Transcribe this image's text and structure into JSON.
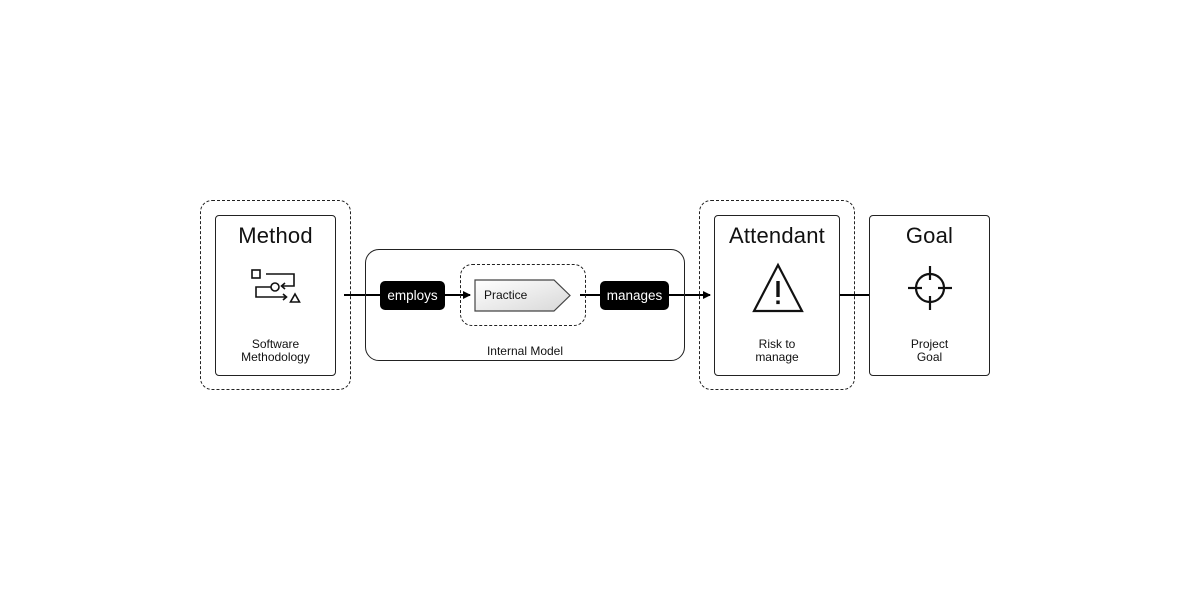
{
  "method": {
    "title": "Method",
    "caption": [
      "Software",
      "Methodology"
    ],
    "icon": "process-flow-icon"
  },
  "internal_model": {
    "label": "Internal Model",
    "employs_label": "employs",
    "practice_label": "Practice",
    "manages_label": "manages"
  },
  "attendant": {
    "title": "Attendant",
    "caption": [
      "Risk to",
      "manage"
    ],
    "icon": "warning-icon"
  },
  "goal": {
    "title": "Goal",
    "caption": [
      "Project",
      "Goal"
    ],
    "icon": "target-icon"
  },
  "colors": {
    "stroke": "#222222",
    "pill_background": "#000000",
    "pill_text": "#ffffff",
    "practice_gradient_start": "#ffffff",
    "practice_gradient_end": "#dcdcdc"
  }
}
